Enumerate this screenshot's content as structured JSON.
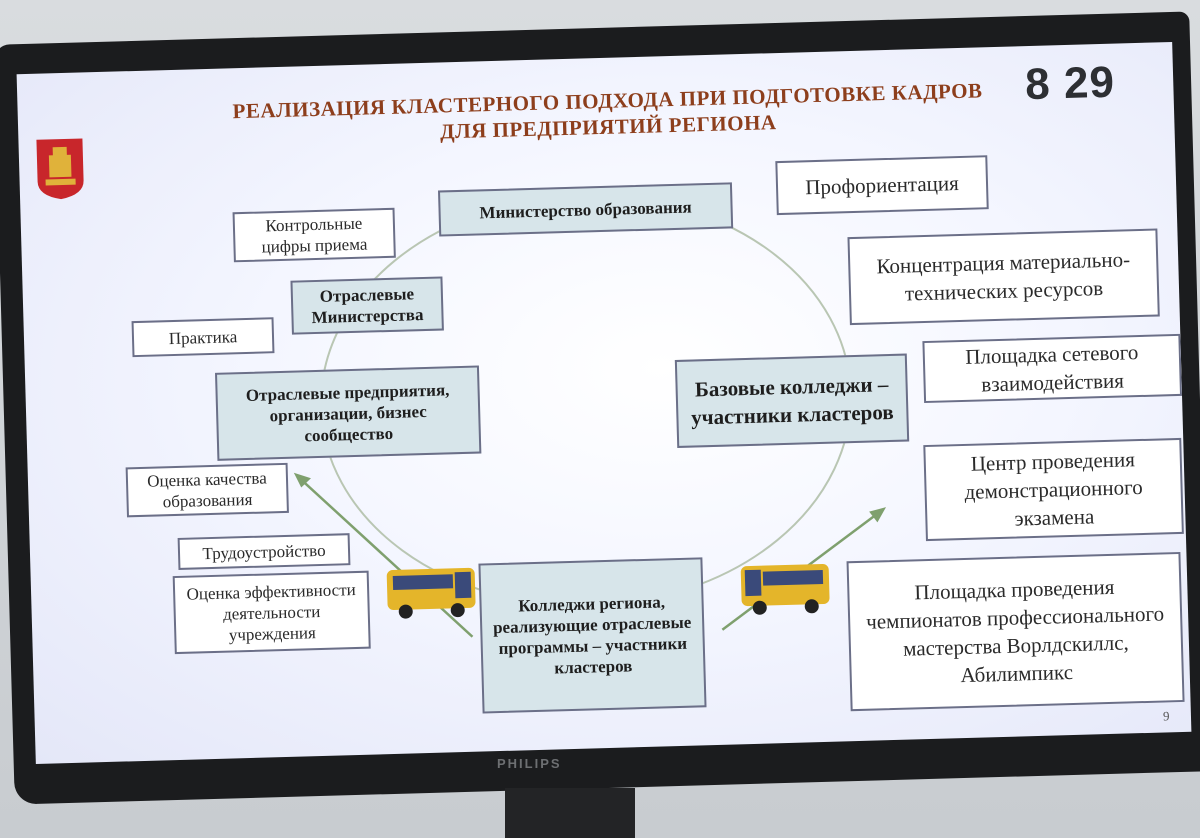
{
  "clock": "8 29",
  "title": {
    "line1": "РЕАЛИЗАЦИЯ КЛАСТЕРНОГО ПОДХОДА ПРИ  ПОДГОТОВКЕ КАДРОВ",
    "line2": "ДЛЯ ПРЕДПРИЯТИЙ РЕГИОНА"
  },
  "center": {
    "ministry": "Министерство образования",
    "branch_ministries": "Отраслевые Министерства",
    "enterprises": "Отраслевые предприятия, организации, бизнес сообщество",
    "base_colleges": "Базовые колледжи – участники кластеров",
    "region_colleges": "Колледжи региона, реализующие отраслевые программы – участники кластеров"
  },
  "left": {
    "admission_targets": "Контрольные цифры приема",
    "practice": "Практика",
    "quality_assessment": "Оценка качества образования",
    "employment": "Трудоустройство",
    "efficiency_assessment": "Оценка эффективности деятельности учреждения"
  },
  "right": {
    "career_guidance": "Профориентация",
    "resource_concentration": "Концентрация материально-технических ресурсов",
    "network_platform": "Площадка сетевого взаимодействия",
    "demo_exam_center": "Центр проведения демонстрационного экзамена",
    "championship_platform": "Площадка проведения чемпионатов профессионального мастерства Ворлдскиллс, Абилимпикс"
  },
  "slide_number": "9",
  "monitor_brand": "PHILIPS",
  "colors": {
    "title": "#8d3e1c",
    "box_border": "#6b6f88",
    "teal_fill": "#d7e5ea",
    "arrow": "#7fa06e",
    "emblem_red": "#c8262b",
    "emblem_gold": "#e0b23a"
  }
}
